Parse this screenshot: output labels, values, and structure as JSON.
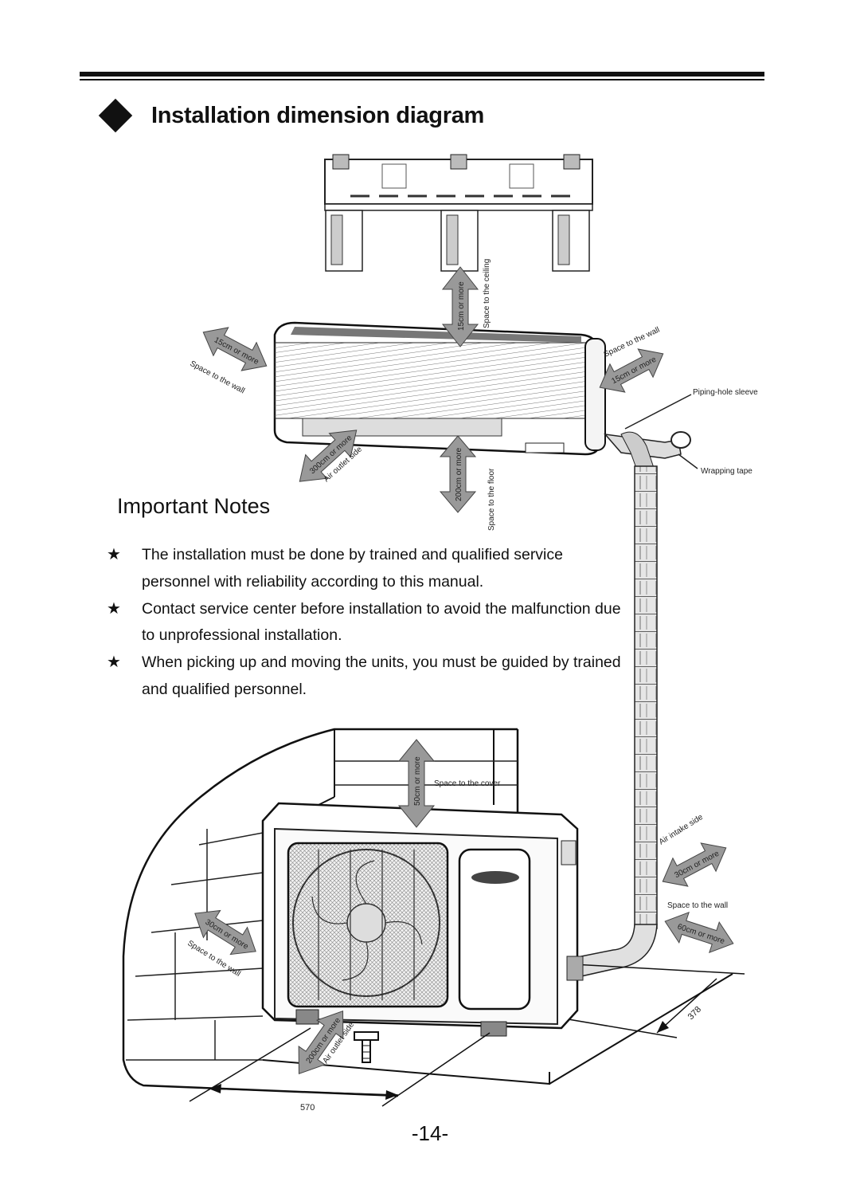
{
  "page": {
    "title": "Installation dimension diagram",
    "page_number": "-14-"
  },
  "diagram": {
    "indoor": {
      "top_clearance_value": "15cm or more",
      "top_clearance_label": "Space to the ceiling",
      "left_clearance_value": "15cm or more",
      "left_clearance_label": "Space to the wall",
      "right_clearance_value": "15cm or more",
      "right_clearance_label": "Space to the wall",
      "front_clearance_value": "300cm or more",
      "front_clearance_label": "Air outlet side",
      "floor_clearance_value": "200cm or more",
      "floor_clearance_label": "Space to the floor",
      "piping_hole_label": "Piping-hole sleeve",
      "wrapping_tape_label": "Wrapping tape"
    },
    "outdoor": {
      "cover_clearance_value": "50cm or more",
      "cover_clearance_label": "Space to the cover",
      "intake_clearance_value": "30cm or more",
      "intake_clearance_label": "Air intake side",
      "right_wall_clearance_value": "60cm or more",
      "right_wall_clearance_label": "Space to the wall",
      "left_wall_clearance_value": "30cm or more",
      "left_wall_clearance_label": "Space to the wall",
      "outlet_clearance_value": "200cm or more",
      "outlet_clearance_label": "Air outlet side",
      "dim_width": "570",
      "dim_depth": "378"
    }
  },
  "notes": {
    "heading": "Important Notes",
    "bullet": "★",
    "items": [
      "The installation must be done by trained and qualified service personnel with reliability according to this manual.",
      "Contact service center before installation to avoid the malfunction due to unprofessional installation.",
      "When picking up and moving the units, you must be guided by trained and qualified personnel."
    ]
  }
}
